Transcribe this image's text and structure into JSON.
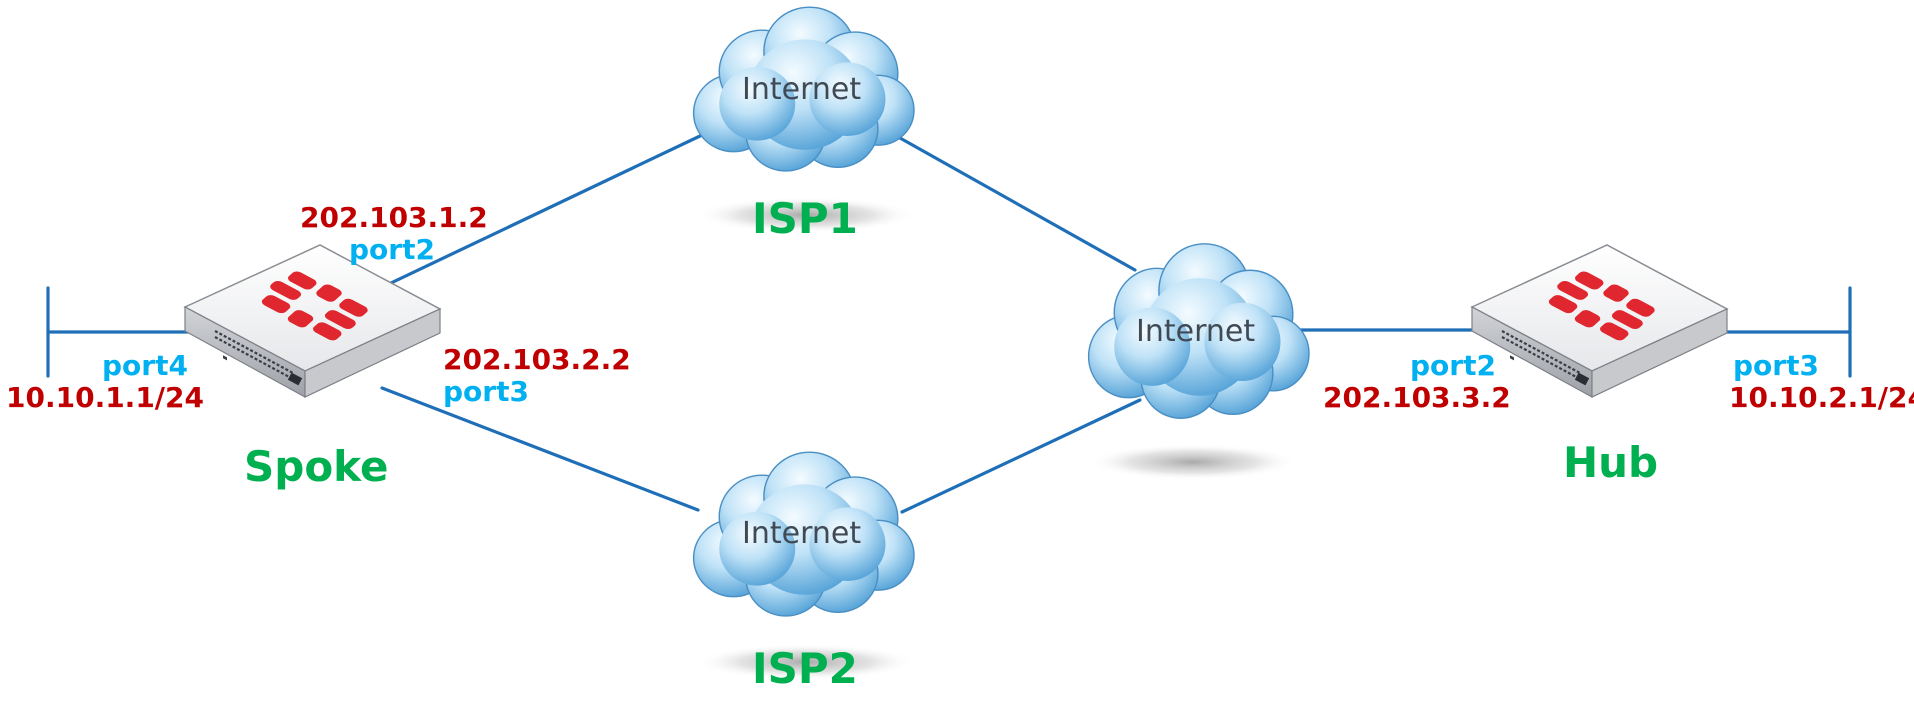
{
  "nodes": {
    "spoke": {
      "name": "Spoke",
      "ports": {
        "port2": {
          "label": "port2",
          "ip": "202.103.1.2"
        },
        "port3": {
          "label": "port3",
          "ip": "202.103.2.2"
        },
        "port4": {
          "label": "port4",
          "ip": "10.10.1.1/24"
        }
      }
    },
    "hub": {
      "name": "Hub",
      "ports": {
        "port2": {
          "label": "port2",
          "ip": "202.103.3.2"
        },
        "port3": {
          "label": "port3",
          "ip": "10.10.2.1/24"
        }
      }
    },
    "isp1": {
      "name": "ISP1",
      "cloud_label": "Internet"
    },
    "isp2": {
      "name": "ISP2",
      "cloud_label": "Internet"
    },
    "core": {
      "cloud_label": "Internet"
    }
  },
  "colors": {
    "link": "#1f6fb8",
    "ip_text": "#c00000",
    "port_text": "#00b0f0",
    "name_text": "#00b050",
    "fortinet_red": "#e0262e",
    "cloud_light": "#dff1fc",
    "cloud_mid": "#9fd3f2",
    "cloud_dark": "#5ba6d8"
  },
  "icons": {
    "device": "fortigate-appliance-icon",
    "cloud": "internet-cloud-icon",
    "logo": "fortinet-logo-icon"
  }
}
